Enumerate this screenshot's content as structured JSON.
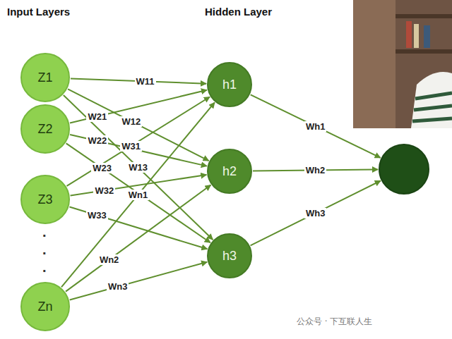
{
  "diagram": {
    "nodes": [
      {
        "text": [
          "Z1"
        ]
      },
      {
        "text": [
          "Z2"
        ]
      },
      {
        "text": [
          "Z3"
        ]
      },
      {
        "text": [
          "Zn"
        ]
      },
      {
        "text": [
          "h1"
        ]
      },
      {
        "text": [
          "h2"
        ]
      },
      {
        "text": [
          "h3"
        ]
      },
      {
        "text": []
      }
    ],
    "edges": [
      {
        "from": 0,
        "to": 4,
        "arrow": "to",
        "label": "W11"
      },
      {
        "from": 0,
        "to": 5,
        "arrow": "to",
        "label": "W12"
      },
      {
        "from": 0,
        "to": 6,
        "arrow": "to",
        "label": "W13"
      },
      {
        "from": 1,
        "to": 4,
        "arrow": "to",
        "label": "W21"
      },
      {
        "from": 1,
        "to": 5,
        "arrow": "to",
        "label": "W22"
      },
      {
        "from": 1,
        "to": 6,
        "arrow": "to",
        "label": "W23"
      },
      {
        "from": 2,
        "to": 4,
        "arrow": "to",
        "label": "W31"
      },
      {
        "from": 2,
        "to": 5,
        "arrow": "to",
        "label": "W32"
      },
      {
        "from": 2,
        "to": 6,
        "arrow": "to",
        "label": "W33"
      },
      {
        "from": 3,
        "to": 4,
        "arrow": "to",
        "label": "Wn1"
      },
      {
        "from": 3,
        "to": 5,
        "arrow": "to",
        "label": "Wn2"
      },
      {
        "from": 3,
        "to": 6,
        "arrow": "to",
        "label": "Wn3"
      },
      {
        "from": 4,
        "to": 7,
        "arrow": "to",
        "label": "Wh1"
      },
      {
        "from": 5,
        "to": 7,
        "arrow": "to",
        "label": "Wh2"
      },
      {
        "from": 6,
        "to": 7,
        "arrow": "to",
        "label": "Wh3"
      }
    ],
    "labels": [
      "Input Layers",
      "Hidden Layer",
      ".",
      ".",
      ".",
      "公众号 · 下互联人生"
    ]
  }
}
